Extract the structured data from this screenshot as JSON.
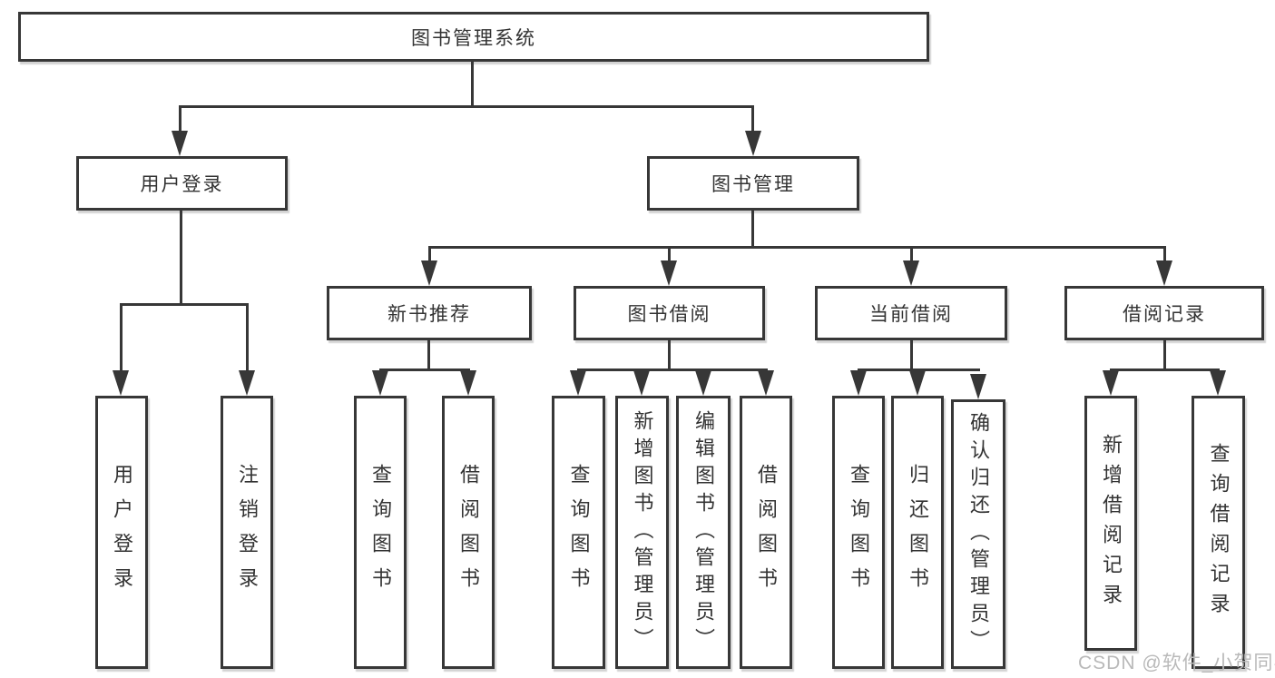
{
  "tree": {
    "label": "图书管理系统",
    "children": [
      {
        "label": "用户登录",
        "children": [
          {
            "label": "用户登录"
          },
          {
            "label": "注销登录"
          }
        ]
      },
      {
        "label": "图书管理",
        "children": [
          {
            "label": "新书推荐",
            "children": [
              {
                "label": "查询图书"
              },
              {
                "label": "借阅图书"
              }
            ]
          },
          {
            "label": "图书借阅",
            "children": [
              {
                "label": "查询图书"
              },
              {
                "label": "新增图书（管理员）"
              },
              {
                "label": "编辑图书（管理员）"
              },
              {
                "label": "借阅图书"
              }
            ]
          },
          {
            "label": "当前借阅",
            "children": [
              {
                "label": "查询图书"
              },
              {
                "label": "归还图书"
              },
              {
                "label": "确认归还（管理员）"
              }
            ]
          },
          {
            "label": "借阅记录",
            "children": [
              {
                "label": "新增借阅记录"
              },
              {
                "label": "查询借阅记录"
              }
            ]
          }
        ]
      }
    ]
  },
  "watermark": "CSDN @软件_小贺同学",
  "colors": {
    "line": "#373737",
    "text": "#333333",
    "watermark": "#b9b9b9",
    "background": "#ffffff"
  }
}
